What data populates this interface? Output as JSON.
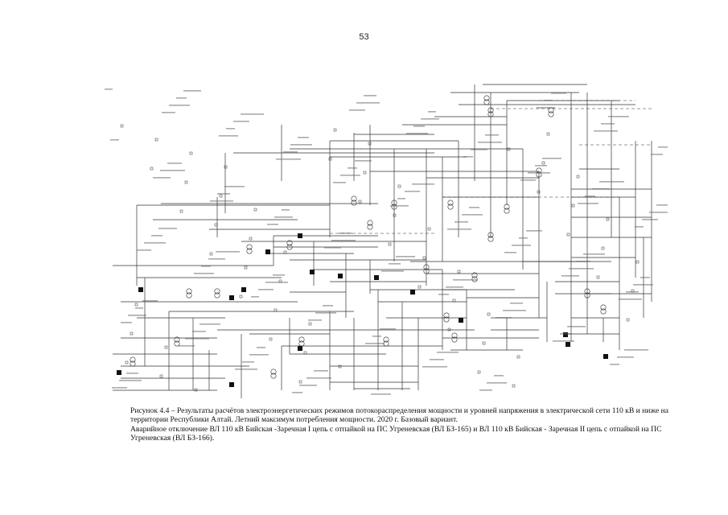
{
  "page": {
    "number": "53"
  },
  "figure": {
    "caption_line1": "Рисунок 4.4 – Результаты расчётов электроэнергетических режимов потокораспределения мощности и уровней напряжения в электрической сети 110 кВ и ниже на территории Республики Алтай. Летний максимум потребления мощности. 2020 г. Базовый вариант.",
    "caption_line2": "Аварийное отключение ВЛ 110 кВ Бийская -Заречная I цепь с отпайкой на ПС Угреневская (ВЛ БЗ-165) и ВЛ 110 кВ Бийская - Заречная II цепь с отпайкой на ПС Угреневская (ВЛ БЗ-166)."
  }
}
